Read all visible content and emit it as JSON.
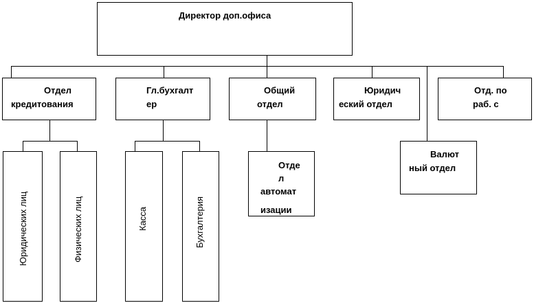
{
  "director": {
    "label": "Директор доп.офиса"
  },
  "departments": {
    "credit": {
      "line1": "Отдел",
      "line2": "кредитования"
    },
    "chief_accountant": {
      "line1": "Гл.бухгалт",
      "line2": "ер"
    },
    "general": {
      "line1": "Общий",
      "line2": "отдел"
    },
    "legal": {
      "line1": "Юридич",
      "line2": "еский отдел"
    },
    "currency": {
      "line1": "Валют",
      "line2": "ный отдел"
    },
    "work_with": {
      "line1": "Отд. по",
      "line2": "раб. с"
    }
  },
  "sub_units": {
    "legal_entities": "Юридических лиц",
    "individuals": "Физических лиц",
    "cash": "Касса",
    "accounting": "Бухгалтерия",
    "automation": {
      "line1": "Отде",
      "line2": "л",
      "line3": "автомат",
      "line4": "изации"
    }
  }
}
